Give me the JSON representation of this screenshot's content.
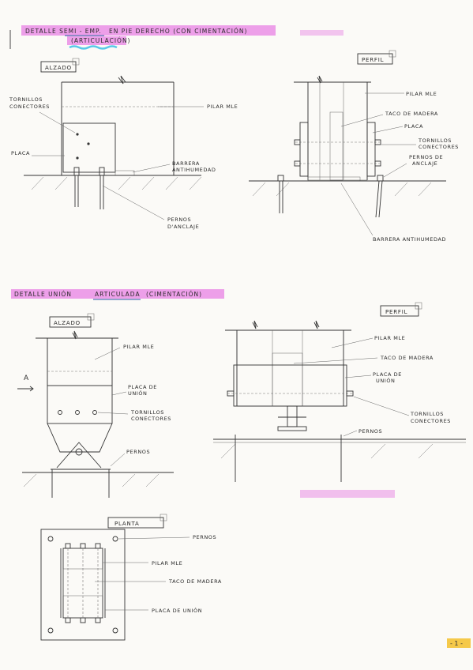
{
  "section1": {
    "title_a": "DETALLE SEMI - EMP.",
    "title_b": "EN PIE DERECHO (CON CIMENTACIÓN)",
    "title_c": "(ARTICULACIÓN)",
    "alzado": {
      "tag": "ALZADO",
      "tornillos": [
        "TORNILLOS",
        "CONECTORES"
      ],
      "pilar": "PILAR MLE",
      "placa": "PLACA",
      "barrera": [
        "BARRERA",
        "ANTIHUMEDAD"
      ],
      "pernos": [
        "PERNOS",
        "D'ANCLAJE"
      ]
    },
    "perfil": {
      "tag": "PERFIL",
      "pilar": "PILAR MLE",
      "taco": "TACO DE MADERA",
      "placa": "PLACA",
      "tornillos": [
        "TORNILLOS",
        "CONECTORES"
      ],
      "pernos": [
        "PERNOS DE",
        "ANCLAJE"
      ],
      "barrera": "BARRERA ANTIHUMEDAD"
    }
  },
  "section2": {
    "title_a": "DETALLE UNIÓN",
    "title_b": "ARTICULADA",
    "title_c": "(CIMENTACIÓN)",
    "alzado": {
      "tag": "ALZADO",
      "pilar": "PILAR MLE",
      "placa": [
        "PLACA DE",
        "UNIÓN"
      ],
      "tornillos": [
        "TORNILLOS",
        "CONECTORES"
      ],
      "pernos": "PERNOS",
      "marker": "A"
    },
    "perfil": {
      "tag": "PERFIL",
      "pilar": "PILAR MLE",
      "taco": "TACO DE MADERA",
      "placa": [
        "PLACA DE",
        "UNIÓN"
      ],
      "tornillos": [
        "TORNILLOS",
        "CONECTORES"
      ],
      "pernos": "PERNOS"
    },
    "planta": {
      "tag": "PLANTA",
      "pernos": "PERNOS",
      "pilar": "PILAR MLE",
      "taco": "TACO DE MADERA",
      "placa": "PLACA DE UNIÓN"
    }
  },
  "page_number": "- 1 -",
  "colors": {
    "highlight_pink": "#ea8ee6",
    "highlight_blue": "#59c9e8",
    "highlight_yellow": "#f5c94a",
    "pen": "#2a2a2a"
  }
}
